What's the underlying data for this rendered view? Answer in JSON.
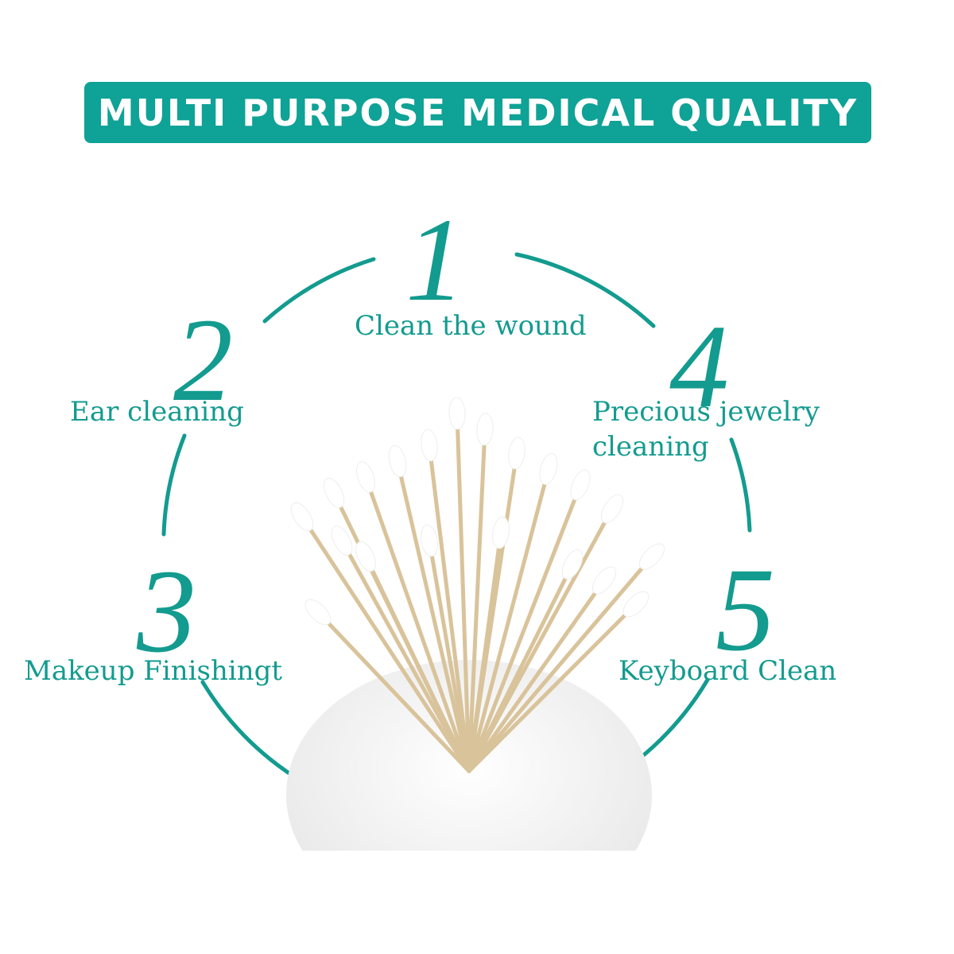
{
  "banner": {
    "title": "MULTI PURPOSE MEDICAL QUALITY"
  },
  "colors": {
    "accent": "#0fa296",
    "text": "#139b8f",
    "background": "#ffffff"
  },
  "uses": [
    {
      "number": "1",
      "label": "Clean the wound"
    },
    {
      "number": "2",
      "label": "Ear cleaning"
    },
    {
      "number": "3",
      "label": "Makeup Finishingt"
    },
    {
      "number": "4",
      "label": "Precious jewelry",
      "label2": "cleaning"
    },
    {
      "number": "5",
      "label": "Keyboard Clean"
    }
  ],
  "image": {
    "subject": "cotton-swabs-in-white-ceramic-holder"
  }
}
